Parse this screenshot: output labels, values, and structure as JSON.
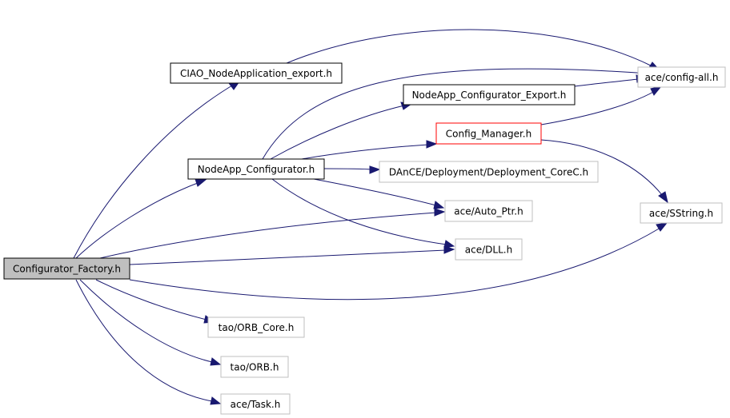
{
  "colors": {
    "edge": "#191970",
    "root_fill": "#bfbfbf",
    "root_border": "#000000",
    "documented_border": "#000000",
    "undocumented_border": "#bfbfbf",
    "truncated_border": "#ff0000"
  },
  "nodes": {
    "configurator_factory": {
      "label": "Configurator_Factory.h"
    },
    "ciao_nodeapp_export": {
      "label": "CIAO_NodeApplication_export.h"
    },
    "config_all": {
      "label": "ace/config-all.h"
    },
    "nodeapp_configurator_export": {
      "label": "NodeApp_Configurator_Export.h"
    },
    "config_manager": {
      "label": "Config_Manager.h"
    },
    "nodeapp_configurator": {
      "label": "NodeApp_Configurator.h"
    },
    "deployment_corec": {
      "label": "DAnCE/Deployment/Deployment_CoreC.h"
    },
    "sstring": {
      "label": "ace/SString.h"
    },
    "auto_ptr": {
      "label": "ace/Auto_Ptr.h"
    },
    "dll": {
      "label": "ace/DLL.h"
    },
    "orb_core": {
      "label": "tao/ORB_Core.h"
    },
    "orb": {
      "label": "tao/ORB.h"
    },
    "task": {
      "label": "ace/Task.h"
    }
  }
}
